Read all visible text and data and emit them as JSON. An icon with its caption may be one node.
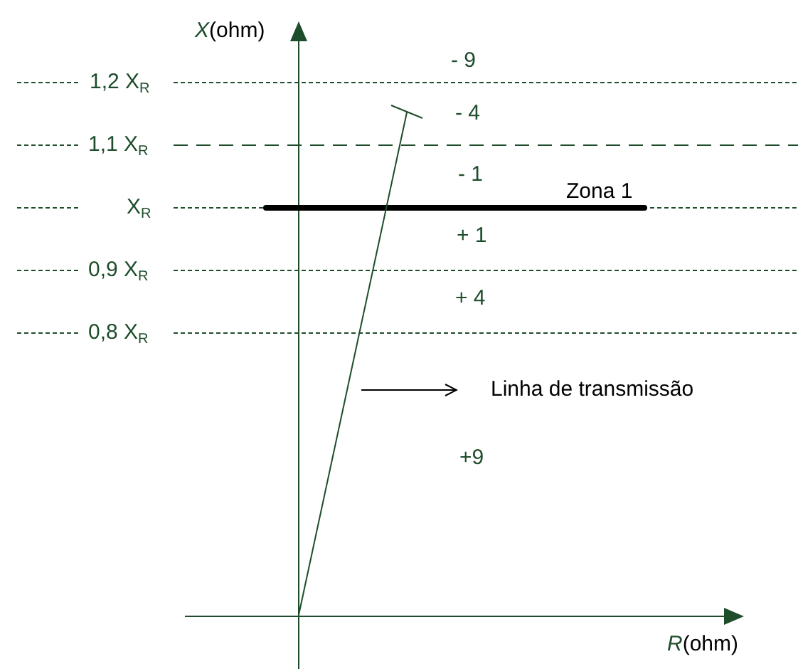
{
  "diagram": {
    "nodes": [
      {
        "text": [],
        "shape": "line"
      },
      {
        "text": [
          "Linha de transmissão"
        ]
      }
    ],
    "edges": [
      {
        "from": 0,
        "to": 1,
        "arrow": "to"
      }
    ],
    "labels": [
      "*X*(ohm)",
      "- 9",
      "1,2 X$_{R}$",
      "- 4",
      "1,1 X$_{R}$",
      "- 1",
      "Zona 1",
      "X$_{R}$",
      "+ 1",
      "0,9 X$_{R}$",
      "+ 4",
      "0,8 X$_{R}$",
      "+9",
      "*R*(ohm)"
    ]
  }
}
